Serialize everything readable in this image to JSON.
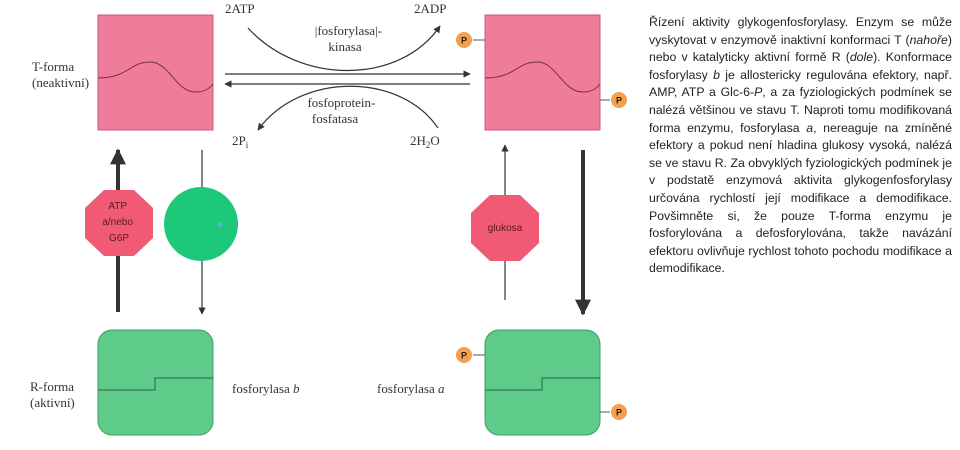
{
  "diagram": {
    "t_form_label": [
      "T-forma",
      "(neaktivní)"
    ],
    "r_form_label": [
      "R-forma",
      "(aktivní)"
    ],
    "atp_label": "2ATP",
    "adp_label": "2ADP",
    "kinase_label": [
      "|fosforylasa|-",
      "kinasa"
    ],
    "phosphatase_label": [
      "fosfoprotein-",
      "fosfatasa"
    ],
    "pi_label": "2P",
    "pi_sub": "i",
    "water_label": "2H",
    "water_sub": "2",
    "water_tail": "O",
    "octagon_left_lines": [
      "ATP",
      "a/nebo",
      "G6P"
    ],
    "octagon_right_label": "glukosa",
    "phosphate_symbol": "P",
    "phosphorylase_b_prefix": "fosforylasa ",
    "phosphorylase_b_letter": "b",
    "phosphorylase_a_prefix": "fosforylasa ",
    "phosphorylase_a_letter": "a",
    "colors": {
      "t_form": "#f07c9c",
      "r_form": "#5ecb8a",
      "inhibitor": "#f05a74",
      "activator": "#1ec87a",
      "phosphate": "#f0a050"
    }
  },
  "caption": {
    "t1": "Řízení aktivity glykogenfosforylasy. Enzym se může vyskytovat v enzymově inaktivní konformaci T (",
    "t1_em": "nahoře",
    "t2": ") nebo v katalyticky aktivní formě R (",
    "t2_em": "dole",
    "t3": "). Konformace fosforylasy ",
    "t3_em": "b",
    "t4": " je allostericky regulována efektory, např. AMP, ATP a Glc-6-",
    "t4_em": "P",
    "t5": ", a za fyziologických podmínek se nalézá většinou ve stavu T. Naproti tomu modifikovaná forma enzymu, fosforylasa ",
    "t5_em": "a",
    "t6": ", nereaguje na zmíněné efektory a pokud není hladina glukosy vysoká, nalézá se ve stavu R. Za obvyklých fyziologických podmínek je v podstatě enzymová aktivita glykogenfosforylasy určována rychlostí její modifikace a demodifikace. Povšimněte si, že pouze T-forma enzymu je fosforylována a defosforylována, takže navázání efektoru ovlivňuje rychlost tohoto pochodu modifikace a demodifikace."
  }
}
